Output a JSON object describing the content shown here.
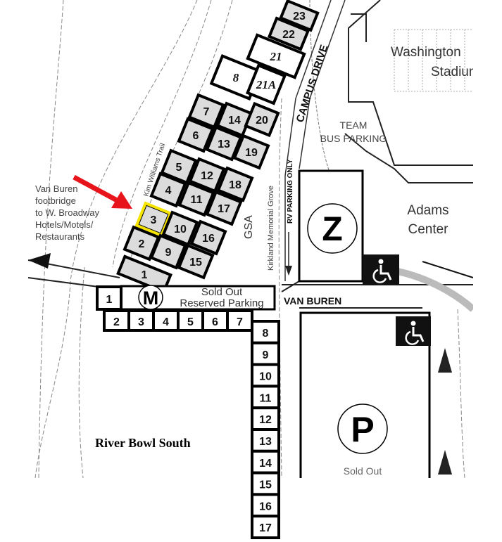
{
  "north_lots": [
    "23",
    "22",
    "21",
    "8",
    "21A",
    "7",
    "14",
    "20",
    "6",
    "13",
    "19",
    "5",
    "12",
    "18",
    "4",
    "11",
    "17",
    "3",
    "10",
    "16",
    "2",
    "9",
    "15",
    "1"
  ],
  "highlighted_lot": "3",
  "south_row_lots": [
    "2",
    "3",
    "4",
    "5",
    "6",
    "7"
  ],
  "south_column_lots": [
    "8",
    "9",
    "10",
    "11",
    "12",
    "13",
    "14",
    "15",
    "16",
    "17"
  ],
  "m_lot": {
    "small_lot": "1",
    "letter": "M",
    "line1": "Sold Out",
    "line2": "Reserved Parking"
  },
  "z_lot": {
    "letter": "Z"
  },
  "p_lot": {
    "letter": "P",
    "status": "Sold Out"
  },
  "labels": {
    "stadium_line1": "Washington",
    "stadium_line2": "Stadium",
    "team_bus_line1": "TEAM",
    "team_bus_line2": "BUS PARKING",
    "adams_line1": "Adams",
    "adams_line2": "Center",
    "campus_drive": "CAMPUS DRIVE",
    "rv_parking": "RV PARKING ONLY",
    "kirkland": "Kirkland Memorial Grove",
    "gsa": "GSA",
    "kim_williams": "Kim Williams Trail",
    "van_buren": "VAN BUREN",
    "river_bowl_south": "River Bowl South",
    "footbridge": [
      "Van Buren",
      "footbridge",
      "to W. Broadway",
      "Hotels/Motels/",
      "Restaurants"
    ]
  },
  "icons": {
    "accessible": "wheelchair-icon",
    "pointer": "red-arrow-icon",
    "direction": "arrow-icon"
  },
  "colors": {
    "highlight": "#f5e400",
    "pointer": "#e8141b",
    "lot_fill": "#dcdcdc",
    "stroke": "#000000"
  }
}
